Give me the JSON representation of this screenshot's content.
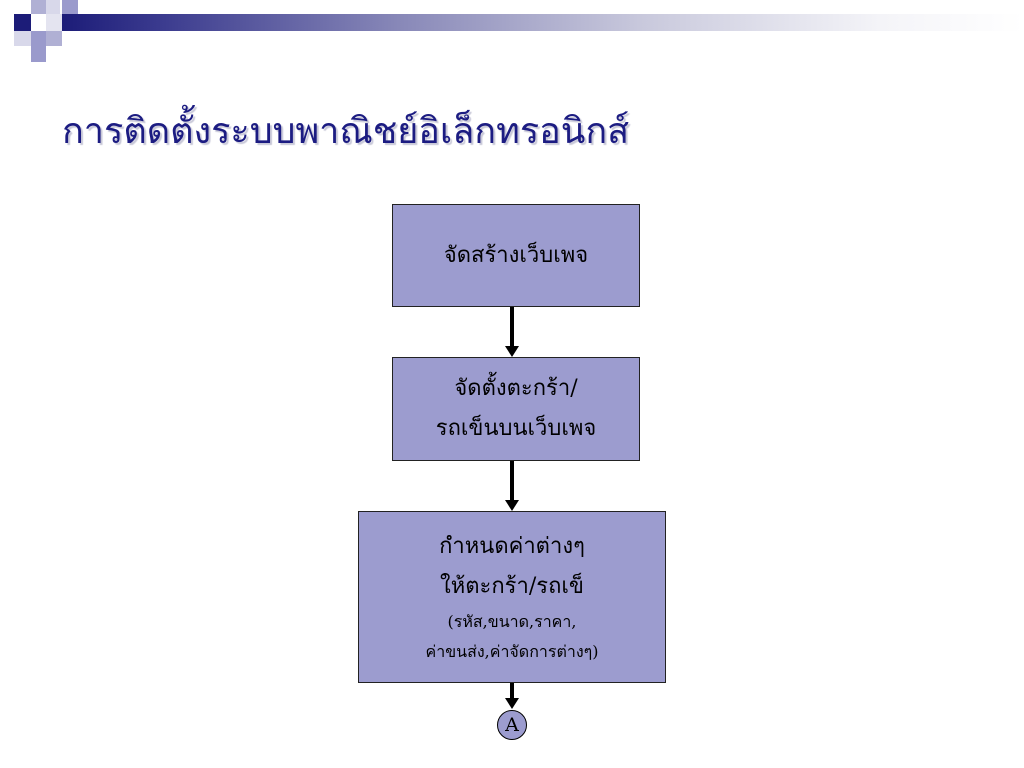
{
  "slide": {
    "title": "การติดตั้งระบบพาณิชย์อิเล็กทรอนิกส์"
  },
  "flowchart": {
    "step1": {
      "line1": "จัดสร้างเว็บเพจ"
    },
    "step2": {
      "line1": "จัดตั้งตะกร้า/",
      "line2": "รถเข็นบนเว็บเพจ"
    },
    "step3": {
      "line1": "กำหนดค่าต่างๆ",
      "line2": "ให้ตะกร้า/รถเข็",
      "line3": "(รหัส,ขนาด,ราคา,",
      "line4": "ค่าขนส่ง,ค่าจัดการต่างๆ)"
    },
    "connector": {
      "label": "A"
    }
  },
  "colors": {
    "title": "#1c1c82",
    "box_fill": "#9c9ccf",
    "header_dark": "#1c1c78",
    "header_light": "#9a9acc"
  }
}
